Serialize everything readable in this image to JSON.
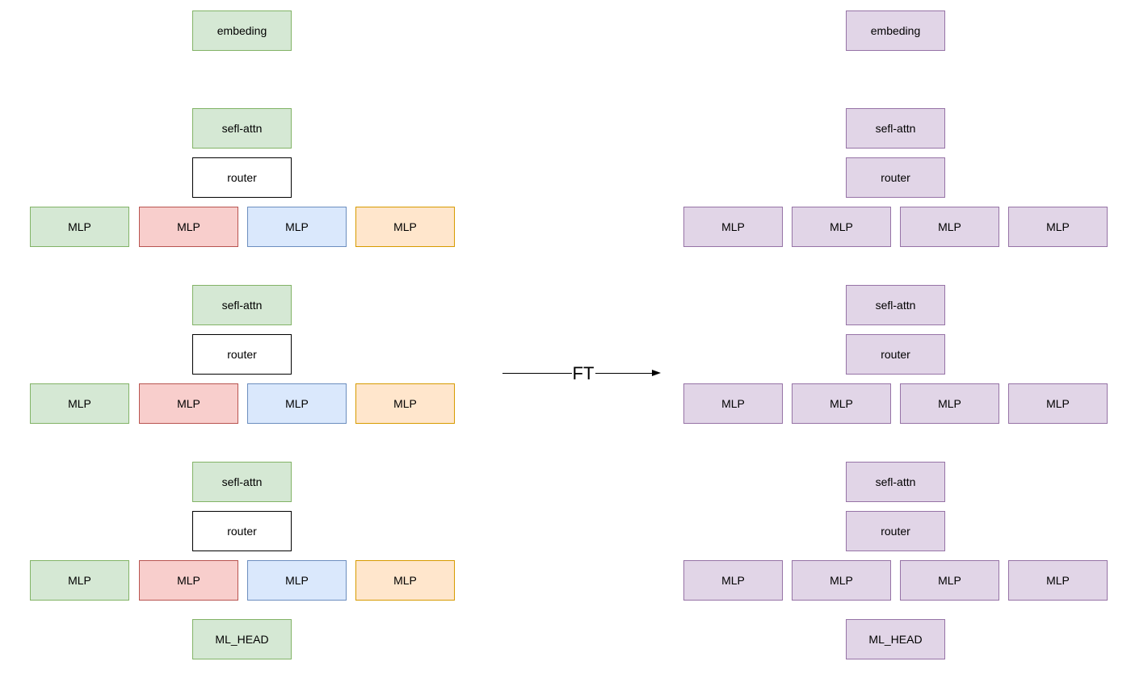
{
  "arrow": {
    "label": "FT"
  },
  "left_model": {
    "embedding": "embeding",
    "layers": [
      {
        "attn": "sefl-attn",
        "router": "router",
        "experts": [
          "MLP",
          "MLP",
          "MLP",
          "MLP"
        ]
      },
      {
        "attn": "sefl-attn",
        "router": "router",
        "experts": [
          "MLP",
          "MLP",
          "MLP",
          "MLP"
        ]
      },
      {
        "attn": "sefl-attn",
        "router": "router",
        "experts": [
          "MLP",
          "MLP",
          "MLP",
          "MLP"
        ]
      }
    ],
    "head": "ML_HEAD"
  },
  "right_model": {
    "embedding": "embeding",
    "layers": [
      {
        "attn": "sefl-attn",
        "router": "router",
        "experts": [
          "MLP",
          "MLP",
          "MLP",
          "MLP"
        ]
      },
      {
        "attn": "sefl-attn",
        "router": "router",
        "experts": [
          "MLP",
          "MLP",
          "MLP",
          "MLP"
        ]
      },
      {
        "attn": "sefl-attn",
        "router": "router",
        "experts": [
          "MLP",
          "MLP",
          "MLP",
          "MLP"
        ]
      }
    ],
    "head": "ML_HEAD"
  },
  "colors": {
    "green": "#d5e8d4",
    "red": "#f8cecc",
    "blue": "#dae8fc",
    "orange": "#ffe6cc",
    "purple": "#e1d5e7",
    "white": "#ffffff"
  }
}
